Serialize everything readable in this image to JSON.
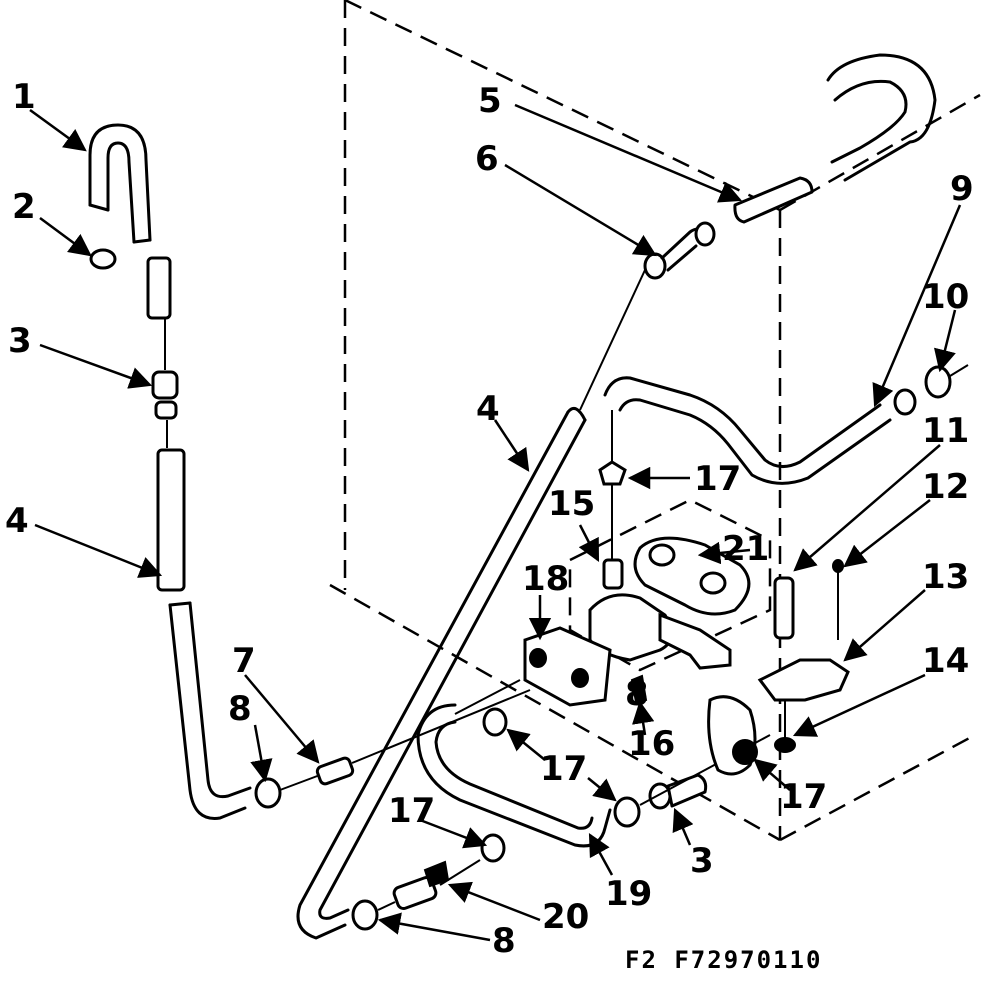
{
  "diagram": {
    "caption": "F2 F72970110",
    "callouts": [
      {
        "id": "c1",
        "text": "1"
      },
      {
        "id": "c2",
        "text": "2"
      },
      {
        "id": "c3a",
        "text": "3"
      },
      {
        "id": "c4a",
        "text": "4"
      },
      {
        "id": "c5",
        "text": "5"
      },
      {
        "id": "c6",
        "text": "6"
      },
      {
        "id": "c4b",
        "text": "4"
      },
      {
        "id": "c7",
        "text": "7"
      },
      {
        "id": "c8a",
        "text": "8"
      },
      {
        "id": "c9",
        "text": "9"
      },
      {
        "id": "c10",
        "text": "10"
      },
      {
        "id": "c11",
        "text": "11"
      },
      {
        "id": "c12",
        "text": "12"
      },
      {
        "id": "c13",
        "text": "13"
      },
      {
        "id": "c14",
        "text": "14"
      },
      {
        "id": "c15",
        "text": "15"
      },
      {
        "id": "c16",
        "text": "16"
      },
      {
        "id": "c17a",
        "text": "17"
      },
      {
        "id": "c17b",
        "text": "17"
      },
      {
        "id": "c17c",
        "text": "17"
      },
      {
        "id": "c17d",
        "text": "17"
      },
      {
        "id": "c18",
        "text": "18"
      },
      {
        "id": "c19",
        "text": "19"
      },
      {
        "id": "c20",
        "text": "20"
      },
      {
        "id": "c21",
        "text": "21"
      },
      {
        "id": "c3b",
        "text": "3"
      },
      {
        "id": "c8b",
        "text": "8"
      },
      {
        "id": "c8c",
        "text": "8"
      }
    ]
  }
}
